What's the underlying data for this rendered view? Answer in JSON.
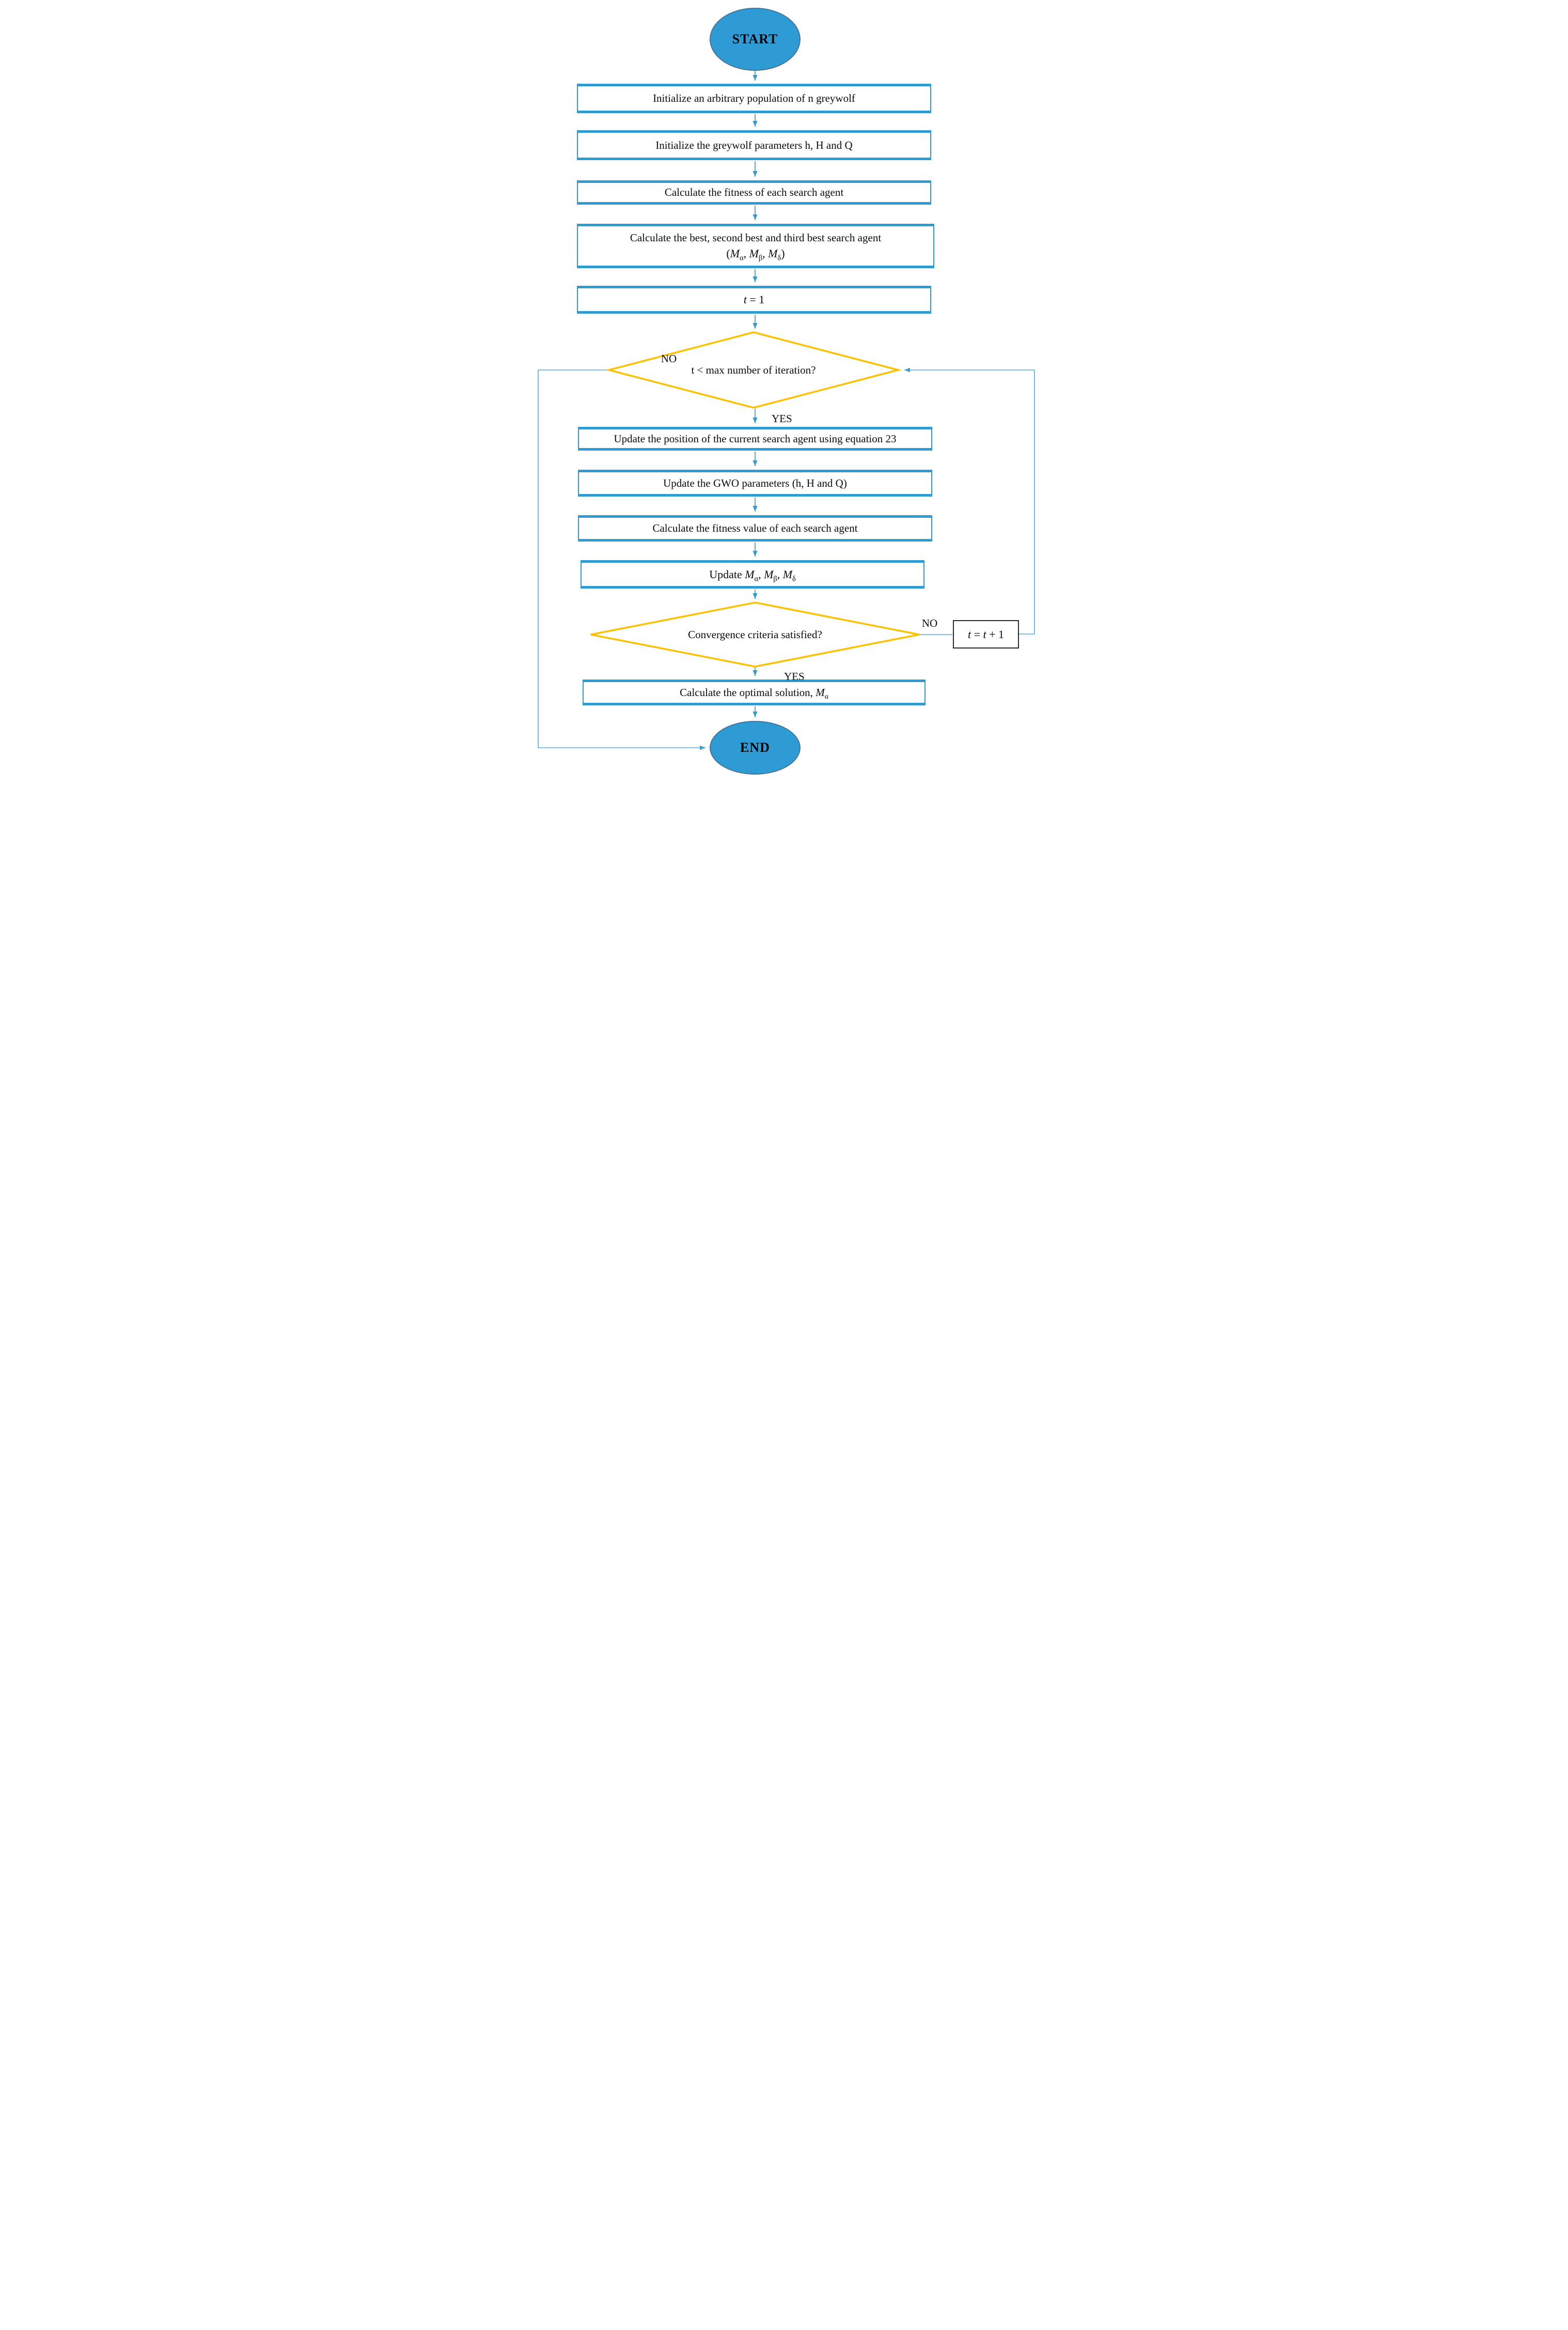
{
  "figure": {
    "type": "flowchart",
    "description_visible_text_only": true
  },
  "colors": {
    "terminator_fill": "#2E9BD5",
    "process_border": "#2E9BD5",
    "decision_border": "#FFC000",
    "connector": "#48A6DC",
    "increment_box_border": "#2b2b2b",
    "text": "#0c0c0c",
    "background": "#ffffff"
  },
  "terminators": {
    "start": "START",
    "end": "END"
  },
  "steps": {
    "s1": "Initialize an arbitrary population of n greywolf",
    "s2": "Initialize the greywolf parameters h, H and Q",
    "s3": "Calculate the fitness of each search agent",
    "s4_line1": "Calculate the best, second best and third best search agent",
    "s4_line2": "({M}[α], {M}[β], {M}[δ])",
    "s5": "{t} = 1",
    "s6": "Update the position of the current search agent using equation 23",
    "s7": "Update the GWO parameters (h, H and Q)",
    "s8": "Calculate the fitness value of each search agent",
    "s9": "Update {M}[α], {M}[β], {M}[δ]",
    "s10": "Calculate the optimal solution, {M}[α]",
    "increment": "{t} = {t} + 1"
  },
  "decisions": {
    "d1": "t < max number of iteration?",
    "d2": "Convergence criteria satisfied?"
  },
  "labels": {
    "d1_no": "NO",
    "d1_yes": "YES",
    "d2_no": "NO",
    "d2_yes": "YES"
  }
}
